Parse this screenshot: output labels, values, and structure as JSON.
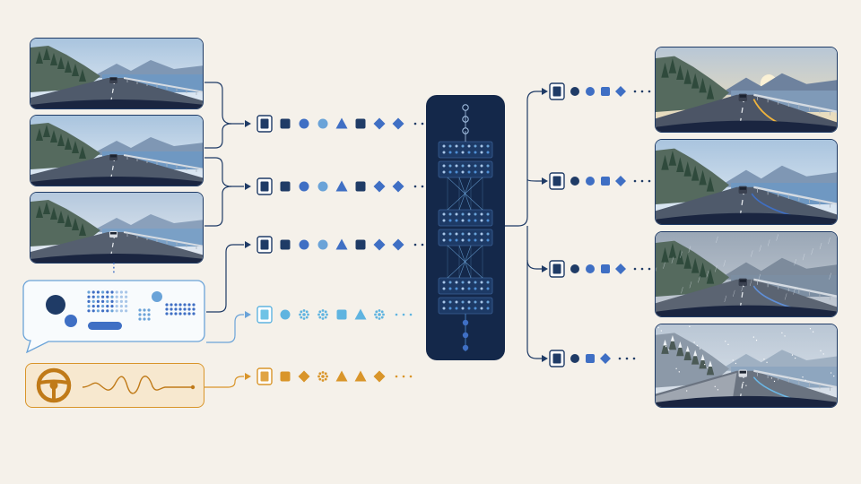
{
  "colors": {
    "background": "#f5f1ea",
    "navy": "#1f3b66",
    "navy_dark": "#14284a",
    "blue": "#3f6fc4",
    "blue_light": "#6aa3d8",
    "cyan": "#6fc3e6",
    "orange": "#d9952a",
    "orange_light": "#f7e8cf"
  },
  "inputs": {
    "frames": [
      {
        "id": "input-frame-1",
        "scene": "clear"
      },
      {
        "id": "input-frame-2",
        "scene": "clear"
      },
      {
        "id": "input-frame-3",
        "scene": "clear"
      }
    ],
    "ellipsis": "⋮",
    "text_panel": {
      "icon": "speech-bubble-icon"
    },
    "action_panel": {
      "icon": "steering-wheel-icon",
      "signal": "waveform-icon"
    }
  },
  "token_rows": [
    {
      "id": "frame-token-row-1",
      "color": "#1f3b66",
      "shapes": [
        "square",
        "circle",
        "circle",
        "triangle",
        "square",
        "diamond",
        "diamond"
      ]
    },
    {
      "id": "frame-token-row-2",
      "color": "#1f3b66",
      "shapes": [
        "square",
        "circle",
        "circle",
        "triangle",
        "square",
        "diamond",
        "diamond"
      ]
    },
    {
      "id": "frame-token-row-3",
      "color": "#1f3b66",
      "shapes": [
        "square",
        "circle",
        "circle",
        "triangle",
        "square",
        "diamond",
        "diamond"
      ]
    },
    {
      "id": "text-token-row",
      "color": "#5fb4e0",
      "shapes": [
        "circle",
        "gear",
        "gear",
        "square",
        "triangle",
        "gear"
      ]
    },
    {
      "id": "action-token-row",
      "color": "#d9952a",
      "shapes": [
        "square",
        "diamond",
        "gear",
        "triangle",
        "triangle",
        "diamond"
      ]
    }
  ],
  "model": {
    "icon": "neural-network-icon"
  },
  "output_token_rows": [
    {
      "id": "output-token-row-1",
      "shapes": [
        "circle",
        "circle",
        "square",
        "diamond"
      ]
    },
    {
      "id": "output-token-row-2",
      "shapes": [
        "circle",
        "circle",
        "square",
        "diamond"
      ]
    },
    {
      "id": "output-token-row-3",
      "shapes": [
        "circle",
        "circle",
        "square",
        "diamond"
      ]
    },
    {
      "id": "output-token-row-4",
      "shapes": [
        "circle",
        "square",
        "diamond"
      ]
    }
  ],
  "outputs": {
    "frames": [
      {
        "id": "output-frame-sunset",
        "scene": "sunset"
      },
      {
        "id": "output-frame-clear",
        "scene": "clear"
      },
      {
        "id": "output-frame-rain",
        "scene": "rain"
      },
      {
        "id": "output-frame-snow",
        "scene": "snow"
      }
    ]
  }
}
